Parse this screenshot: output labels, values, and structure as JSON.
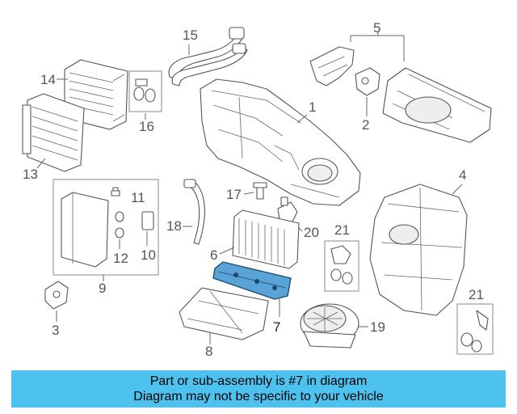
{
  "callouts": {
    "c1": "1",
    "c2": "2",
    "c3": "3",
    "c4": "4",
    "c5": "5",
    "c6": "6",
    "c7": "7",
    "c8": "8",
    "c9": "9",
    "c10": "10",
    "c11": "11",
    "c12": "12",
    "c13": "13",
    "c14": "14",
    "c15": "15",
    "c16": "16",
    "c17": "17",
    "c18": "18",
    "c19": "19",
    "c20": "20",
    "c21a": "21",
    "c21b": "21"
  },
  "highlight": {
    "part_number": "7",
    "color": "#5aa3d6"
  },
  "banner": {
    "line1": "Part or sub-assembly is #7 in diagram",
    "line2": "Diagram may not be specific to your vehicle",
    "color": "#4ec2ee"
  }
}
